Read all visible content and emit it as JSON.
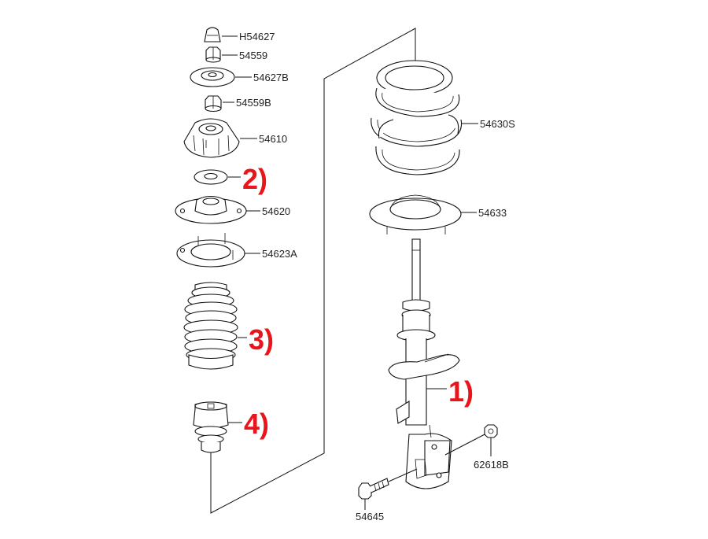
{
  "diagram": {
    "parts": {
      "bump_cap": "H54627",
      "nut_top": "54559",
      "washer_top": "54627B",
      "nut_lower": "54559B",
      "insulator": "54610",
      "bearing": "54620",
      "upper_seat": "54623A",
      "spring": "54630S",
      "lower_pad": "54633",
      "knuckle_nut": "62618B",
      "bolt": "54645"
    },
    "callouts": {
      "strut": "1)",
      "washer": "2)",
      "dust_boot": "3)",
      "bump_stopper": "4)"
    },
    "colors": {
      "callout": "#e8161b",
      "line": "#111111",
      "background": "#ffffff"
    }
  }
}
